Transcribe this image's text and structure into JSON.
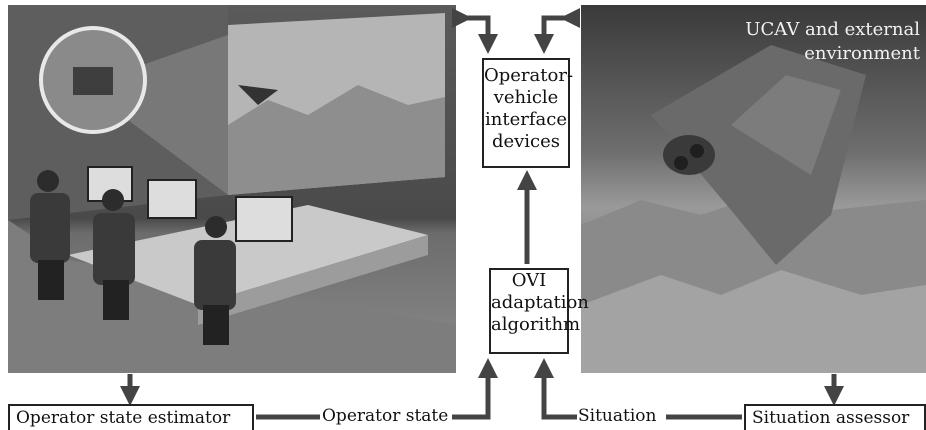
{
  "nodes": {
    "ovi_devices": [
      "Operator-",
      "vehicle",
      "interface",
      "devices"
    ],
    "ovi_algorithm": [
      "OVI",
      "adaptation",
      "algorithm"
    ],
    "estimator": "Operator state estimator",
    "assessor": "Situation assessor",
    "ucav": [
      "UCAV and external",
      "environment"
    ]
  },
  "edges": {
    "operator_state": "Operator state",
    "situation": "Situation"
  }
}
